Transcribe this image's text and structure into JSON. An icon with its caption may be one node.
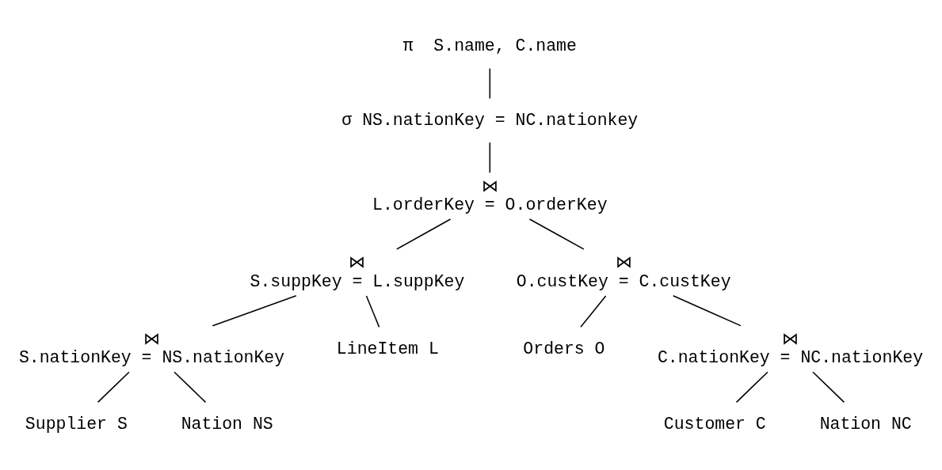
{
  "diagram": {
    "nodes": [
      {
        "text": [
          "π  S.name, C.name"
        ]
      },
      {
        "text": [
          "σ NS.nationKey = NC.nationkey"
        ]
      },
      {
        "text": [
          "⋈",
          "L.orderKey = O.orderKey"
        ]
      },
      {
        "text": [
          "⋈",
          "S.suppKey = L.suppKey"
        ]
      },
      {
        "text": [
          "⋈",
          "O.custKey = C.custKey"
        ]
      },
      {
        "text": [
          "⋈",
          "S.nationKey = NS.nationKey"
        ]
      },
      {
        "text": [
          "LineItem L"
        ]
      },
      {
        "text": [
          "Orders O"
        ]
      },
      {
        "text": [
          "⋈",
          "C.nationKey = NC.nationKey"
        ]
      },
      {
        "text": [
          "Supplier S"
        ]
      },
      {
        "text": [
          "Nation NS"
        ]
      },
      {
        "text": [
          "Customer C"
        ]
      },
      {
        "text": [
          "Nation NC"
        ]
      }
    ],
    "edges": [
      {
        "from": 0,
        "to": 1,
        "arrow": "none"
      },
      {
        "from": 1,
        "to": 2,
        "arrow": "none"
      },
      {
        "from": 2,
        "to": 3,
        "arrow": "none"
      },
      {
        "from": 2,
        "to": 4,
        "arrow": "none"
      },
      {
        "from": 3,
        "to": 5,
        "arrow": "none"
      },
      {
        "from": 3,
        "to": 6,
        "arrow": "none"
      },
      {
        "from": 4,
        "to": 7,
        "arrow": "none"
      },
      {
        "from": 4,
        "to": 8,
        "arrow": "none"
      },
      {
        "from": 5,
        "to": 9,
        "arrow": "none"
      },
      {
        "from": 5,
        "to": 10,
        "arrow": "none"
      },
      {
        "from": 8,
        "to": 11,
        "arrow": "none"
      },
      {
        "from": 8,
        "to": 12,
        "arrow": "none"
      }
    ]
  }
}
